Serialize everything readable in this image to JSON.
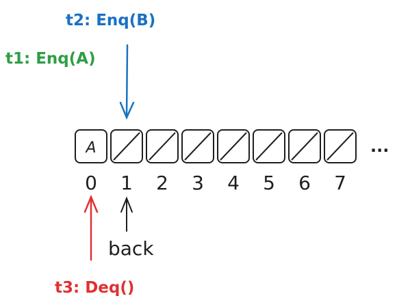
{
  "labels": {
    "t2": "t2: Enq(B)",
    "t1": "t1: Enq(A)",
    "t3": "t3: Deq()",
    "back": "back",
    "ellipsis": "..."
  },
  "cells": [
    {
      "index": "0",
      "content": "A",
      "filled": true
    },
    {
      "index": "1",
      "content": "",
      "filled": false
    },
    {
      "index": "2",
      "content": "",
      "filled": false
    },
    {
      "index": "3",
      "content": "",
      "filled": false
    },
    {
      "index": "4",
      "content": "",
      "filled": false
    },
    {
      "index": "5",
      "content": "",
      "filled": false
    },
    {
      "index": "6",
      "content": "",
      "filled": false
    },
    {
      "index": "7",
      "content": "",
      "filled": false
    }
  ],
  "colors": {
    "t1": "#2f9e44",
    "t2": "#1971c2",
    "t3": "#e03131",
    "ink": "#1e1e1e"
  }
}
